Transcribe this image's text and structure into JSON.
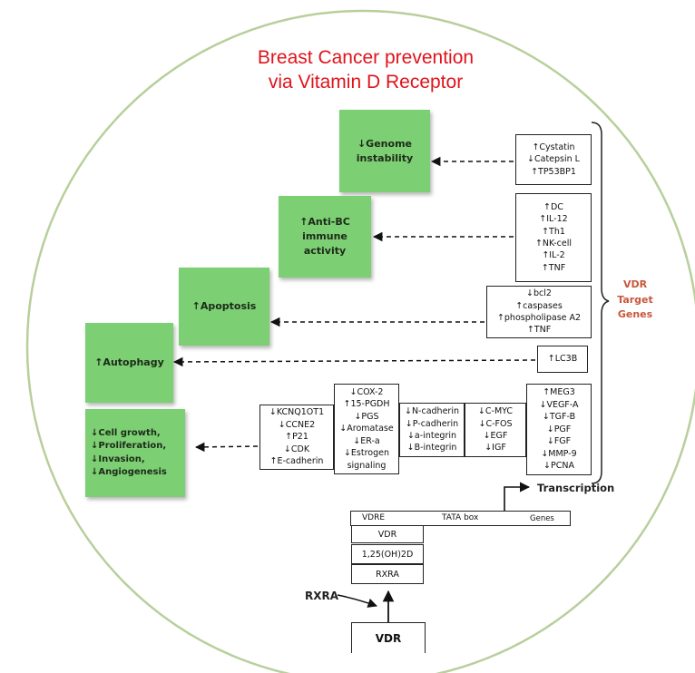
{
  "title": {
    "line1": "Breast Cancer prevention",
    "line2": "via Vitamin D Receptor"
  },
  "outcomes": [
    {
      "lines": [
        "↓Genome",
        "instability"
      ]
    },
    {
      "lines": [
        "↑Anti-BC",
        "immune",
        "activity"
      ]
    },
    {
      "lines": [
        "↑Apoptosis"
      ]
    },
    {
      "lines": [
        "↑Autophagy"
      ]
    },
    {
      "lines": [
        "↓Cell growth,",
        "↓Proliferation,",
        "↓Invasion,",
        "↓Angiogenesis"
      ]
    }
  ],
  "gene_boxes": [
    {
      "lines": [
        "↑Cystatin",
        "↓Catepsin L",
        "↑TP53BP1"
      ]
    },
    {
      "lines": [
        "↑DC",
        "↑IL-12",
        "↑Th1",
        "↑NK-cell",
        "↑IL-2",
        "↑TNF"
      ]
    },
    {
      "lines": [
        "↓bcl2",
        "↑caspases",
        "↑phospholipase A2",
        "↑TNF"
      ]
    },
    {
      "lines": [
        "↑LC3B"
      ]
    },
    {
      "lines": [
        "↓KCNQ1OT1",
        "↓CCNE2",
        "↑P21",
        "↓CDK",
        "↑E-cadherin"
      ]
    },
    {
      "lines": [
        "↓COX-2",
        "↑15-PGDH",
        "↓PGS",
        "↓Aromatase",
        "↓ER-a",
        "↓Estrogen",
        "signaling"
      ]
    },
    {
      "lines": [
        "↓N-cadherin",
        "↓P-cadherin",
        "↓a-integrin",
        "↓B-integrin"
      ]
    },
    {
      "lines": [
        "↓C-MYC",
        "↓C-FOS",
        "↓EGF",
        "↓IGF"
      ]
    },
    {
      "lines": [
        "↑MEG3",
        "↓VEGF-A",
        "↓TGF-B",
        "↓PGF",
        "↓FGF",
        "↓MMP-9",
        "↓PCNA"
      ]
    }
  ],
  "vdr_target_genes": {
    "lines": [
      "VDR",
      "Target",
      "Genes"
    ]
  },
  "transcription": "Transcription",
  "dna_strip": {
    "vdre": "VDRE",
    "tata": "TATA box",
    "genes": "Genes"
  },
  "complex": {
    "vdr": "VDR",
    "ligand": "1,25(OH)2D",
    "rxra": "RXRA"
  },
  "rxra_label": "RXRA",
  "vdr_bottom": "VDR",
  "colors": {
    "title": "#e0131b",
    "sticky": "#7ccf72",
    "vdr_target": "#c8573b",
    "circle": "#b8cf9c"
  }
}
